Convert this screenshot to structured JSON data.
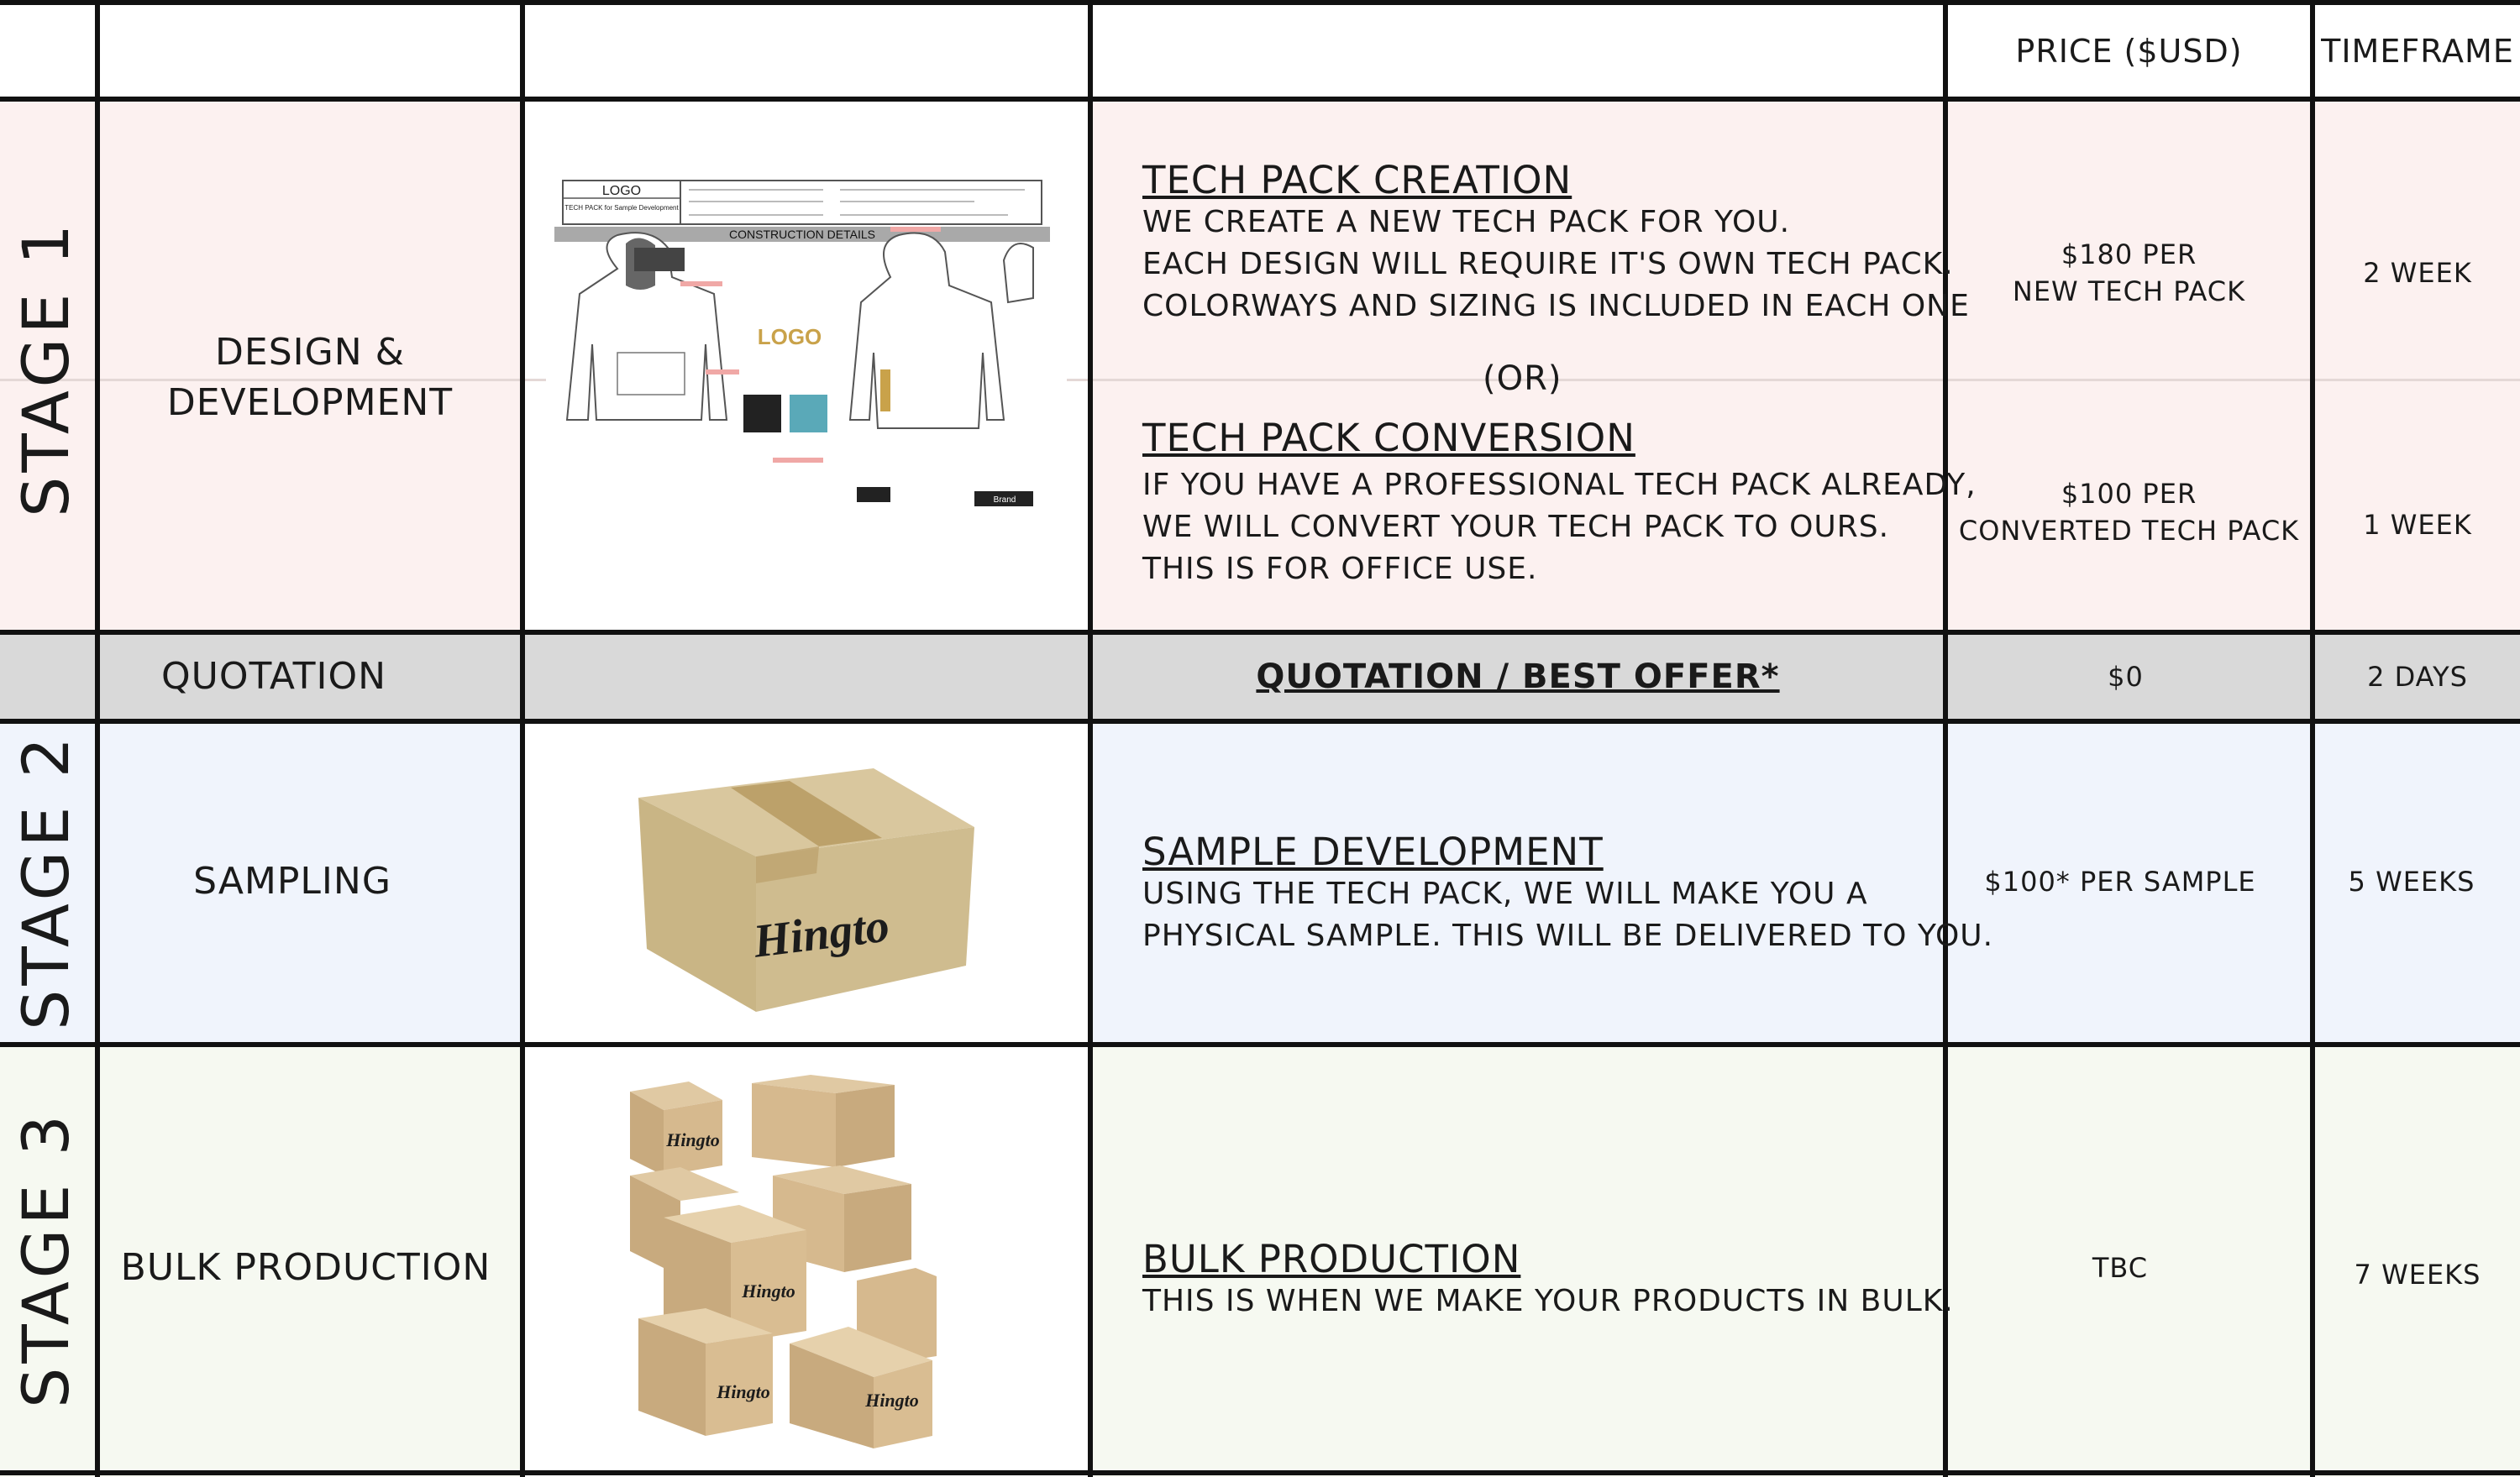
{
  "header": {
    "price_label": "PRICE ($USD)",
    "timeframe_label": "TIMEFRAME"
  },
  "stage1": {
    "label": "STAGE 1",
    "category": "DESIGN & DEVELOPMENT",
    "image_texts": {
      "logo_top": "LOGO",
      "construction": "CONSTRUCTION DETAILS",
      "logo_mid": "LOGO",
      "subtitle": "TECH PACK for Sample Development",
      "brand": "Brand"
    },
    "creation": {
      "title": "TECH PACK CREATION",
      "lines": [
        "WE CREATE A NEW TECH PACK FOR YOU.",
        "EACH DESIGN WILL REQUIRE IT'S OWN TECH PACK.",
        "COLORWAYS AND SIZING IS INCLUDED IN EACH ONE"
      ],
      "price_line1": "$180 PER",
      "price_line2": "NEW TECH PACK",
      "timeframe": "2 WEEK"
    },
    "or_text": "(OR)",
    "conversion": {
      "title": "TECH PACK CONVERSION",
      "lines": [
        "IF YOU HAVE A PROFESSIONAL TECH PACK ALREADY,",
        "WE WILL CONVERT YOUR TECH PACK TO OURS.",
        "THIS IS FOR OFFICE USE."
      ],
      "price_line1": "$100 PER",
      "price_line2": "CONVERTED TECH PACK",
      "timeframe": "1 WEEK"
    }
  },
  "quotation": {
    "category": "QUOTATION",
    "title": "QUOTATION / BEST OFFER*",
    "price": "$0",
    "timeframe": "2 DAYS"
  },
  "stage2": {
    "label": "STAGE 2",
    "category": "SAMPLING",
    "box_brand": "Hingto",
    "title": "SAMPLE DEVELOPMENT",
    "lines": [
      "USING THE TECH PACK, WE WILL MAKE YOU A",
      "PHYSICAL SAMPLE. THIS WILL BE DELIVERED TO YOU."
    ],
    "price": "$100* PER SAMPLE",
    "timeframe": "5 WEEKS"
  },
  "stage3": {
    "label": "STAGE 3",
    "category": "BULK PRODUCTION",
    "box_brand": "Hingto",
    "title": "BULK PRODUCTION",
    "lines": [
      "THIS IS WHEN WE MAKE YOUR PRODUCTS IN BULK."
    ],
    "price": "TBC",
    "timeframe": "7 WEEKS"
  }
}
